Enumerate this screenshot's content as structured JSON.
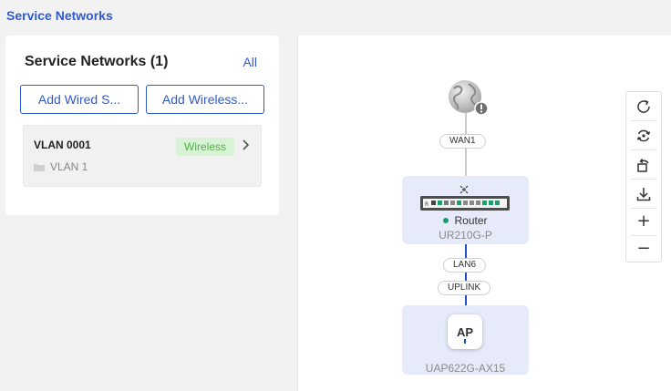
{
  "page": {
    "title": "Service Networks"
  },
  "left_panel": {
    "heading": "Service Networks (1)",
    "all_link": "All",
    "add_wired_button": "Add Wired S...",
    "add_wireless_button": "Add Wireless..."
  },
  "vlan_card": {
    "name": "VLAN 0001",
    "badge": "Wireless",
    "subtitle": "VLAN 1"
  },
  "topology": {
    "wan_tag": "WAN1",
    "router": {
      "label": "Router",
      "model": "UR210G-P",
      "status_color": "#1a9b6e"
    },
    "lan_tag": "LAN6",
    "uplink_tag": "UPLINK",
    "ap": {
      "icon_text": "AP",
      "model": "UAP622G-AX15"
    }
  },
  "toolbar": {
    "refresh_icon": "refresh-icon",
    "sync_icon": "sync-icon",
    "rotate_icon": "rotate-icon",
    "download_icon": "download-icon",
    "zoom_in": "+",
    "zoom_out": "−"
  },
  "colors": {
    "accent": "#2f5bd0",
    "badge_bg": "#d8f2d6",
    "badge_text": "#52b04a",
    "node_bg": "#e7ebf9",
    "link_blue": "#1f4ec9",
    "link_gray": "#b9b9b9"
  }
}
